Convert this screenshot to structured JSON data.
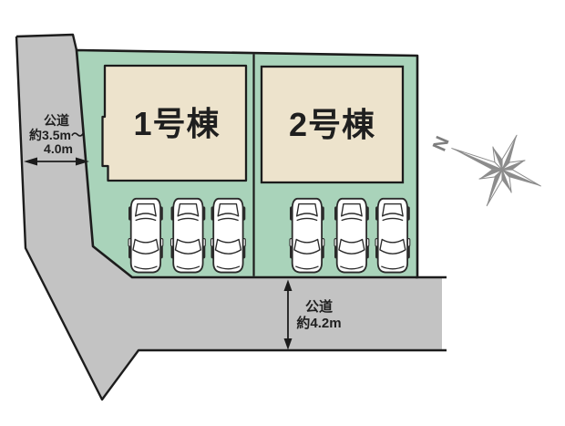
{
  "plan": {
    "title": "site-layout-plan",
    "buildings": [
      {
        "label": "1号棟"
      },
      {
        "label": "2号棟"
      }
    ],
    "left_road": {
      "name_line": "公道",
      "width_line1": "約3.5m〜",
      "width_line2": "4.0m"
    },
    "bottom_road": {
      "name_line": "公道",
      "width_line": "約4.2m"
    },
    "compass": {
      "north_label": "N"
    },
    "parking": {
      "cars_count": "6"
    },
    "colors": {
      "lot_green": "#a9d3ba",
      "road_gray": "#c3c3c3",
      "building_beige": "#ede3cc",
      "outline_black": "#1c1c1c",
      "compass_gray": "#8c8c8c",
      "car_body_white": "#ffffff",
      "car_detail_dark": "#2b2b2b"
    }
  }
}
